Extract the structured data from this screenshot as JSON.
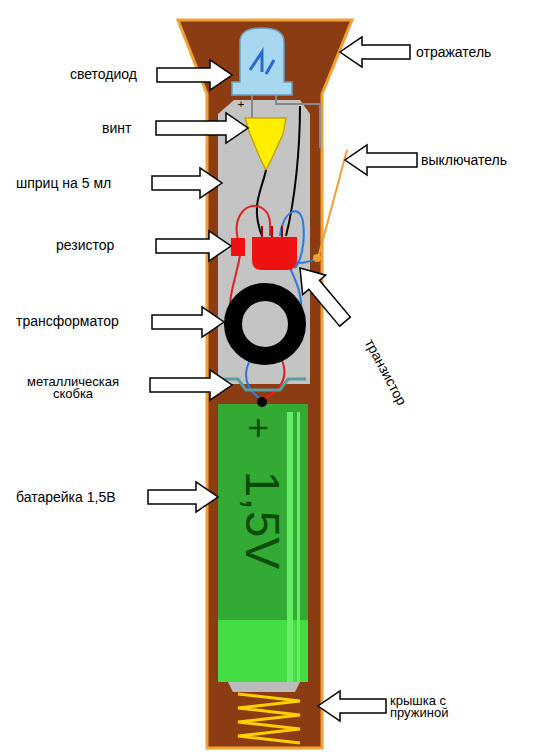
{
  "diagram": {
    "labels": [
      "отражатель",
      "светодиод",
      "+",
      "винт",
      "выключатель",
      "шприц на 5 мл",
      "резистор",
      "транзистор",
      "трансформатор",
      "металлическая скобка",
      "батарейка 1,5В",
      "+",
      "1,5V",
      "крышка с пружиной"
    ]
  }
}
